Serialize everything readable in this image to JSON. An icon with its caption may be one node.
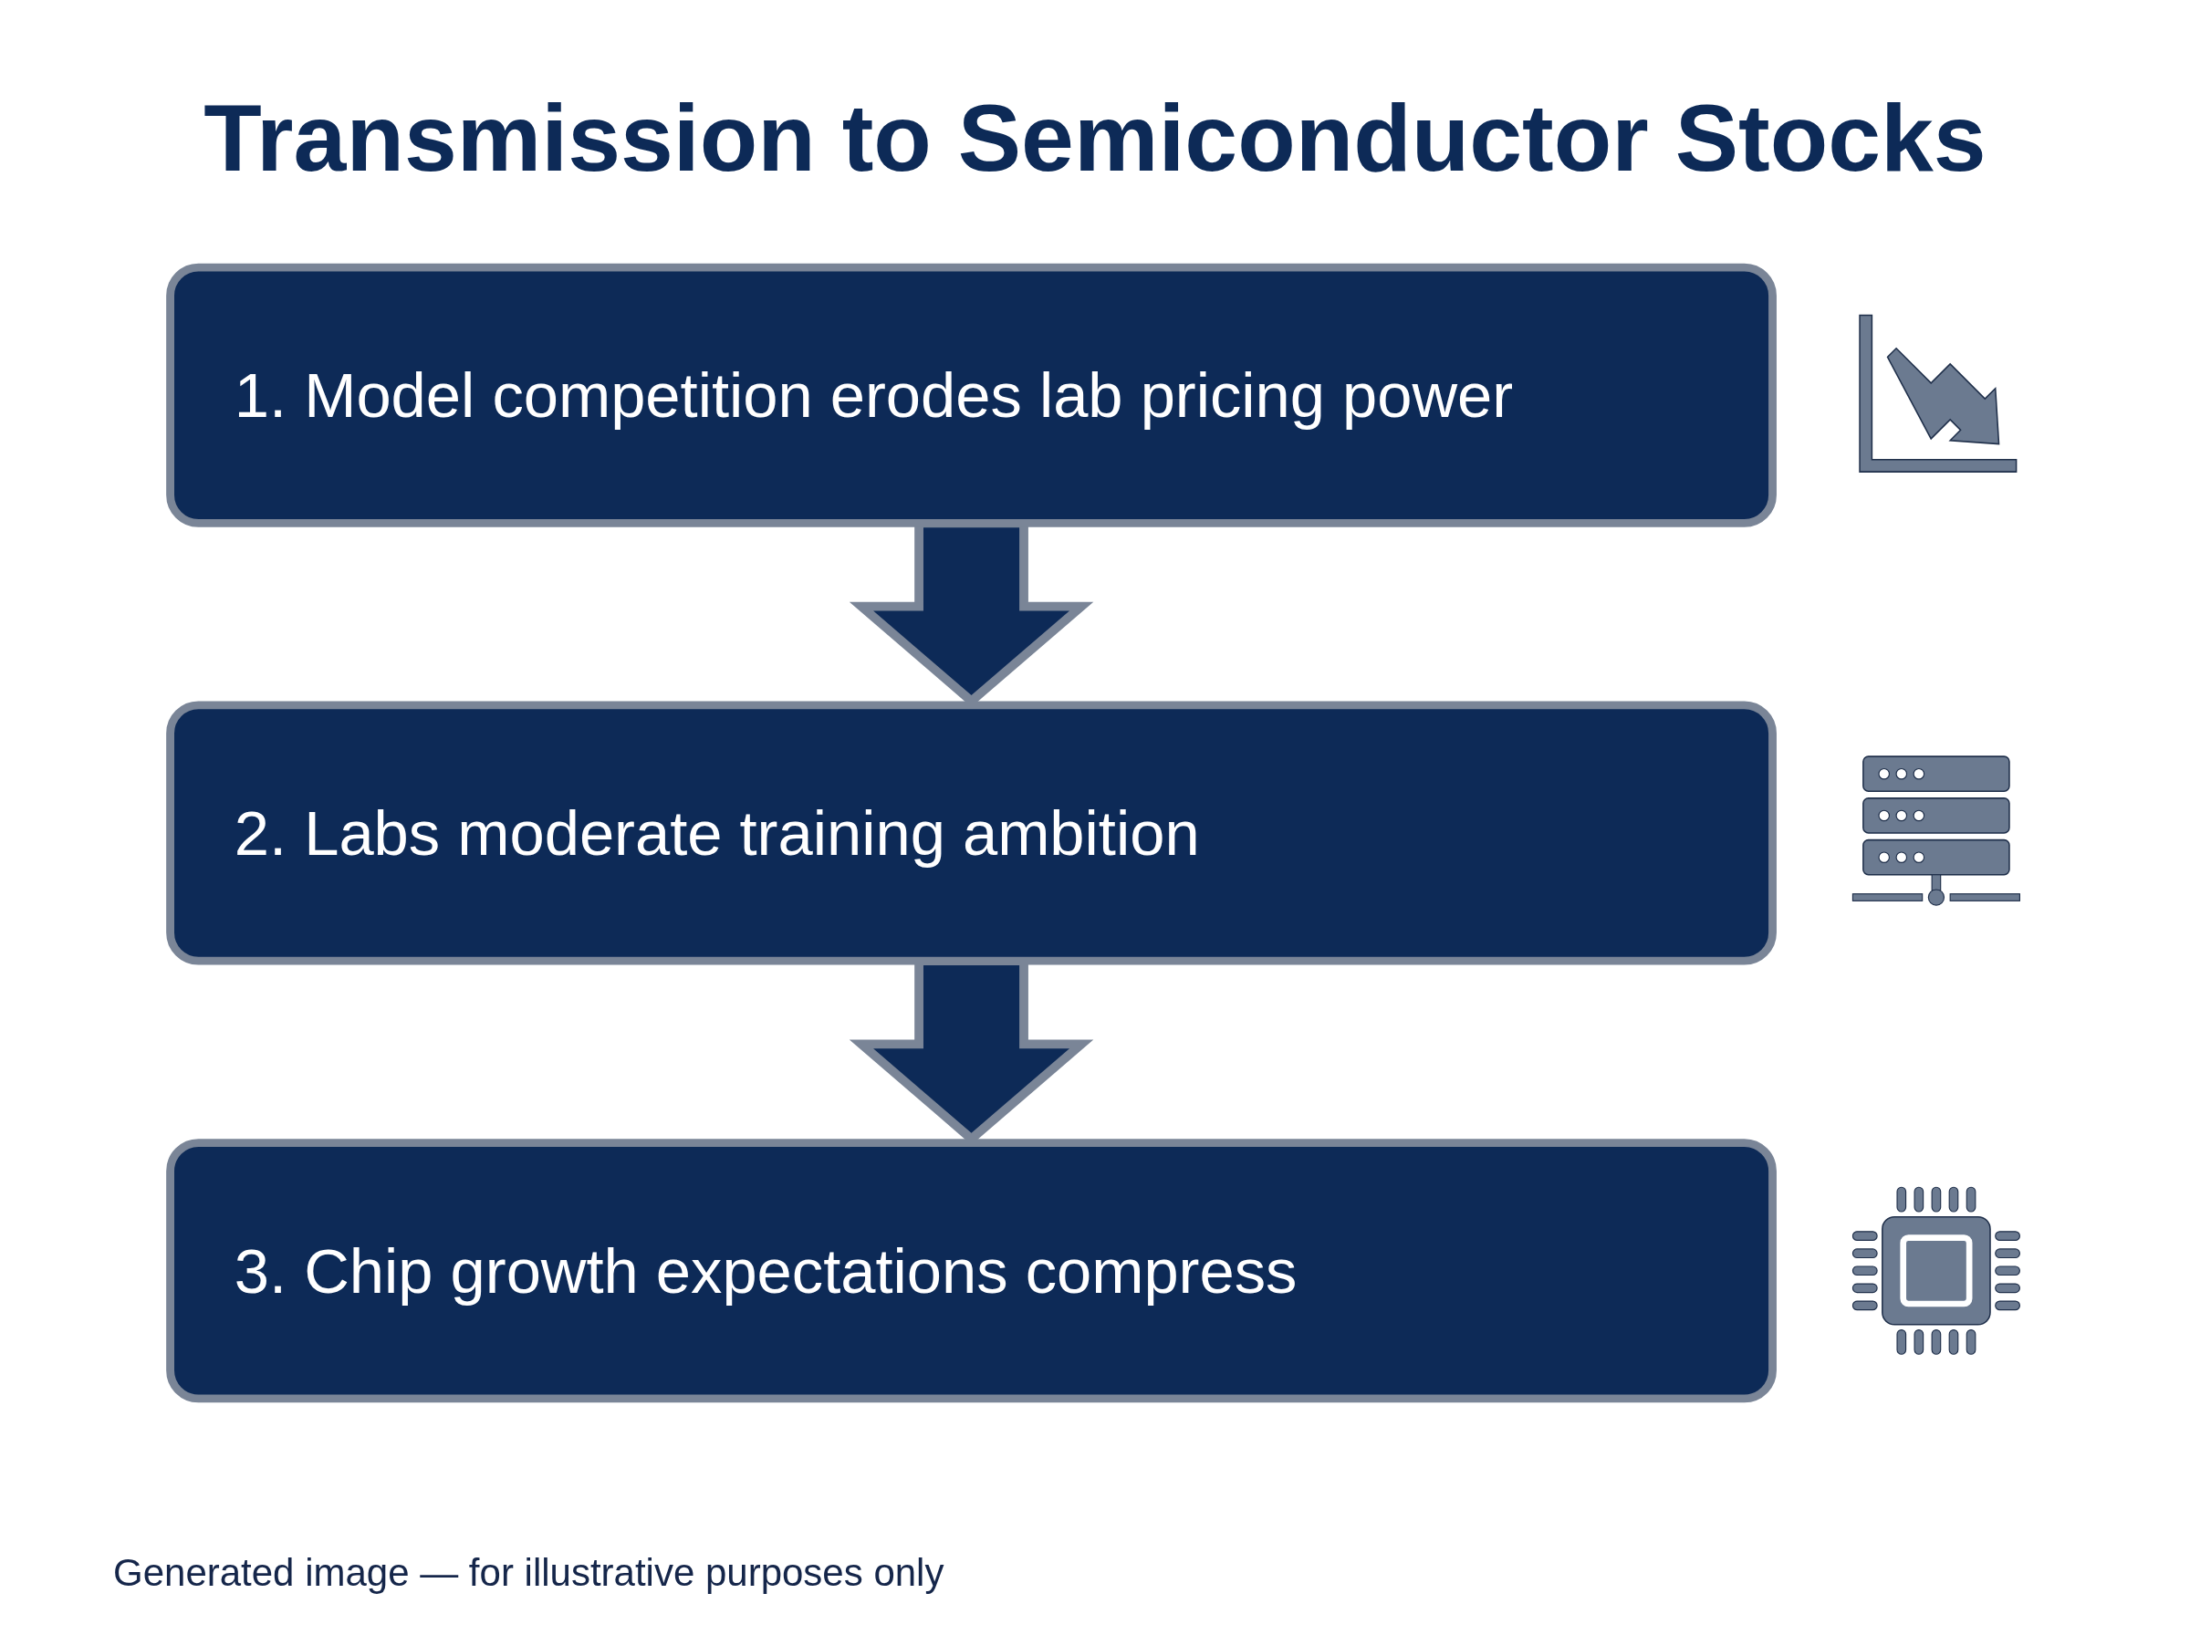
{
  "diagram": {
    "title": "Transmission to Semiconductor Stocks",
    "nodes": [
      {
        "text": [
          "1. Model competition erodes lab pricing power"
        ]
      },
      {
        "text": [
          "2. Labs moderate training ambition"
        ]
      },
      {
        "text": [
          "3. Chip growth expectations compress"
        ]
      }
    ],
    "edges": [
      {
        "from": 0,
        "to": 1,
        "arrow": "to"
      },
      {
        "from": 1,
        "to": 2,
        "arrow": "to"
      }
    ],
    "caption": "Generated image — for illustrative purposes only"
  }
}
